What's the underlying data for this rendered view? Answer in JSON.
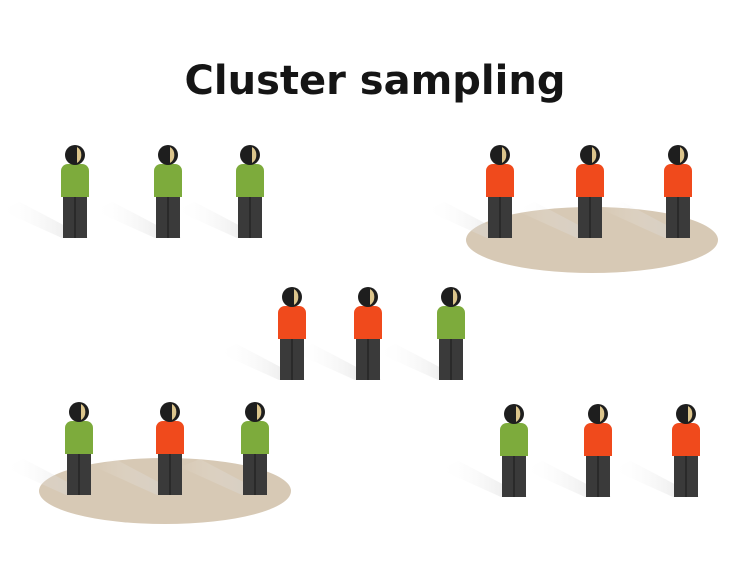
{
  "title": "Cluster sampling",
  "colors": {
    "green": "#7dab3c",
    "red": "#f04a1c",
    "pants": "#3a3a3a",
    "head": "#1e1e1e",
    "face": "#dcc58c",
    "cluster_ellipse": "#d7c9b5",
    "shadow": "#e9e9e9"
  },
  "clusters": [
    {
      "name": "top-left",
      "selected": false,
      "people": [
        "green",
        "green",
        "green"
      ]
    },
    {
      "name": "top-right",
      "selected": true,
      "people": [
        "red",
        "red",
        "red"
      ]
    },
    {
      "name": "middle",
      "selected": false,
      "people": [
        "red",
        "red",
        "green"
      ]
    },
    {
      "name": "bottom-left",
      "selected": true,
      "people": [
        "green",
        "red",
        "green"
      ]
    },
    {
      "name": "bottom-right",
      "selected": false,
      "people": [
        "green",
        "red",
        "red"
      ]
    }
  ]
}
